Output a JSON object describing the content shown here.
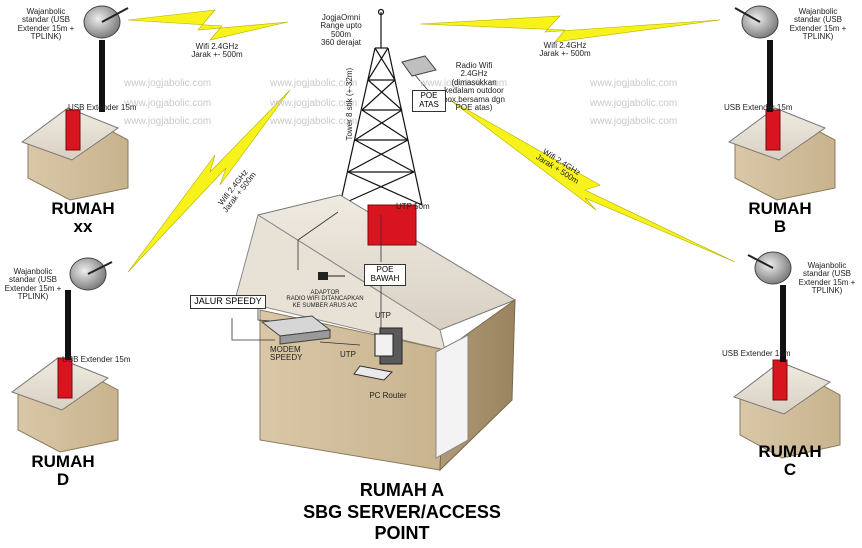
{
  "title_lines": [
    "RUMAH A",
    "SBG SERVER/ACCESS",
    "POINT"
  ],
  "houses": {
    "xx": [
      "RUMAH",
      "xx"
    ],
    "b": [
      "RUMAH",
      "B"
    ],
    "c": [
      "RUMAH",
      "C"
    ],
    "d": [
      "RUMAH",
      "D"
    ]
  },
  "antenna_desc": [
    "Wajanbolic",
    "standar (USB",
    "Extender 15m +",
    "TPLINK)"
  ],
  "usb_extender": "USB Extender 15m",
  "omni_desc": [
    "JogjaOmni",
    "Range upto",
    "500m",
    "360 derajat"
  ],
  "tower_label": "Tower 8 stik (+-32m)",
  "wifi_link": [
    "Wifi 2.4GHz",
    "Jarak +- 500m"
  ],
  "wifi_link_alt": [
    "Wifi 2.4GHz",
    "Jarak + 500m"
  ],
  "radio_desc": [
    "Radio Wifi",
    "2.4GHz",
    "(dimasukkan",
    "kedalam outdoor",
    "box,bersama dgn",
    "POE atas)"
  ],
  "poe_top": [
    "POE",
    "ATAS"
  ],
  "poe_bottom": [
    "POE",
    "BAWAH"
  ],
  "utp_50": "UTP 50m",
  "utp": "UTP",
  "adaptor_desc": [
    "ADAPTOR",
    "RADIO WIFI DITANCAPKAN",
    "KE SUMBER ARUS A/C"
  ],
  "jalur_speedy": "JALUR SPEEDY",
  "modem": [
    "MODEM",
    "SPEEDY"
  ],
  "pc_router": "PC Router",
  "watermark": "www.jogjabolic.com"
}
